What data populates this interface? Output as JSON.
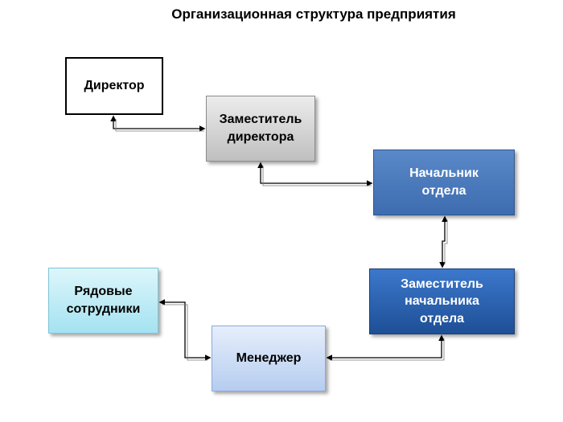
{
  "title": "Организационная структура предприятия",
  "nodes": {
    "director": {
      "lines": [
        "Директор"
      ]
    },
    "deputy": {
      "lines": [
        "Заместитель",
        "директора"
      ]
    },
    "head": {
      "lines": [
        "Начальник",
        "отдела"
      ]
    },
    "deputy_head": {
      "lines": [
        "Заместитель",
        "начальника",
        "отдела"
      ]
    },
    "manager": {
      "lines": [
        "Менеджер"
      ]
    },
    "staff": {
      "lines": [
        "Рядовые",
        "сотрудники"
      ]
    }
  },
  "colors": {
    "head_fill": "#4a7bbd",
    "deputy_head_fill": "#2c62b0",
    "manager_fill": "#c9daf4",
    "staff_fill": "#bfeaf5",
    "deputy_fill": "#d6d6d6",
    "connector": "#000000"
  }
}
